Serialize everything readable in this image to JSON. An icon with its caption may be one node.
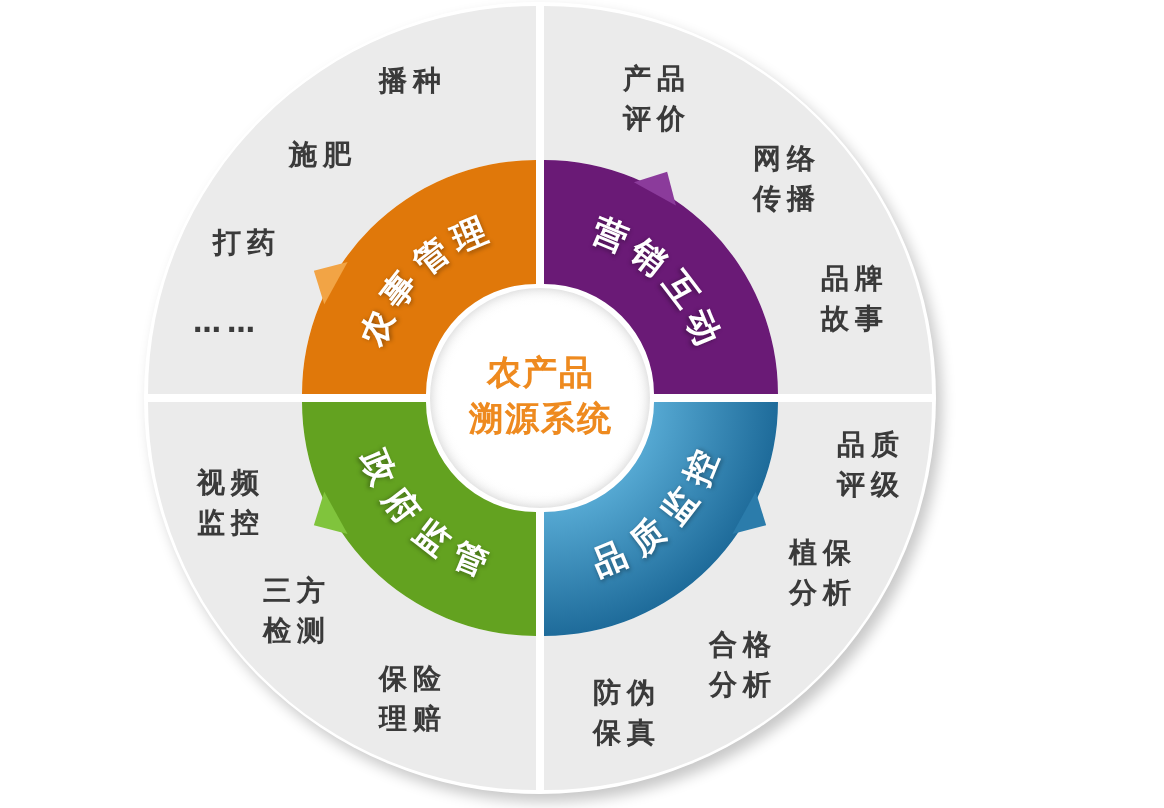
{
  "diagram": {
    "nodes": [
      {
        "text": [
          "农产品溯源系统"
        ]
      },
      {
        "text": [
          "农事管理"
        ]
      },
      {
        "text": [
          "营销互动"
        ]
      },
      {
        "text": [
          "品质监控"
        ]
      },
      {
        "text": [
          "政府监管"
        ]
      },
      {
        "text": [
          "播种",
          "施肥",
          "打药",
          "……"
        ]
      },
      {
        "text": [
          "产品评价",
          "网络传播",
          "品牌故事"
        ]
      },
      {
        "text": [
          "品质评级",
          "植保分析",
          "合格分析",
          "防伪保真"
        ]
      },
      {
        "text": [
          "视频监控",
          "三方检测",
          "保险理赔"
        ]
      }
    ]
  }
}
